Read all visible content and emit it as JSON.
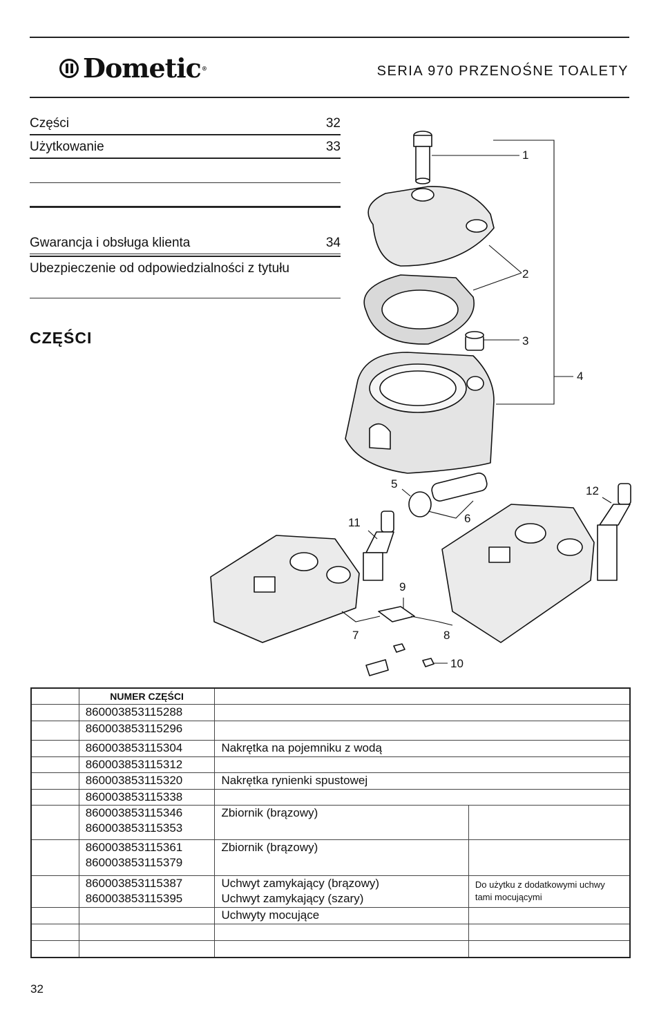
{
  "header": {
    "logo_text": "Dometic",
    "logo_reg": "®",
    "series_title": "SERIA 970 PRZENOŚNE TOALETY"
  },
  "toc": [
    {
      "label": "Części",
      "page": "32"
    },
    {
      "label": "Użytkowanie",
      "page": "33"
    },
    {
      "label": "",
      "page": ""
    },
    {
      "label": "",
      "page": ""
    },
    {
      "label": "Gwarancja i obsługa klienta",
      "page": "34"
    },
    {
      "label": "Ubezpieczenie od odpowiedzialności z tytułu",
      "page": ""
    }
  ],
  "section_heading": "CZĘŚCI",
  "diagram": {
    "callouts": [
      "1",
      "2",
      "3",
      "4",
      "5",
      "6",
      "7",
      "8",
      "9",
      "10",
      "11",
      "12"
    ]
  },
  "parts_table": {
    "header": [
      "",
      "NUMER CZĘŚCI",
      "",
      ""
    ],
    "rows": [
      {
        "nums": [
          "860003853115288"
        ],
        "descs": [
          ""
        ],
        "note": ""
      },
      {
        "nums": [
          "860003853115296"
        ],
        "descs": [
          ""
        ],
        "note": ""
      },
      {
        "nums": [
          "860003853115304"
        ],
        "descs": [
          "Nakrętka na pojemniku z wodą"
        ],
        "note": ""
      },
      {
        "nums": [
          "860003853115312"
        ],
        "descs": [
          ""
        ],
        "note": ""
      },
      {
        "nums": [
          "860003853115320"
        ],
        "descs": [
          "Nakrętka rynienki spustowej"
        ],
        "note": ""
      },
      {
        "nums": [
          "860003853115338"
        ],
        "descs": [
          ""
        ],
        "note": ""
      },
      {
        "nums": [
          "860003853115346",
          "860003853115353"
        ],
        "descs": [
          "Zbiornik (brązowy)"
        ],
        "note": ""
      },
      {
        "nums": [
          "860003853115361",
          "860003853115379"
        ],
        "descs": [
          "Zbiornik (brązowy)"
        ],
        "note": ""
      },
      {
        "nums": [
          "860003853115387",
          "860003853115395"
        ],
        "descs": [
          "Uchwyt zamykający (brązowy)",
          "Uchwyt zamykający (szary)"
        ],
        "note": "Do użytku z dodatkowymi uchwy tami mocującymi"
      },
      {
        "nums": [
          ""
        ],
        "descs": [
          "Uchwyty mocujące"
        ],
        "note": ""
      },
      {
        "nums": [
          ""
        ],
        "descs": [
          ""
        ],
        "note": ""
      },
      {
        "nums": [
          ""
        ],
        "descs": [
          ""
        ],
        "note": ""
      }
    ]
  },
  "page_number": "32"
}
